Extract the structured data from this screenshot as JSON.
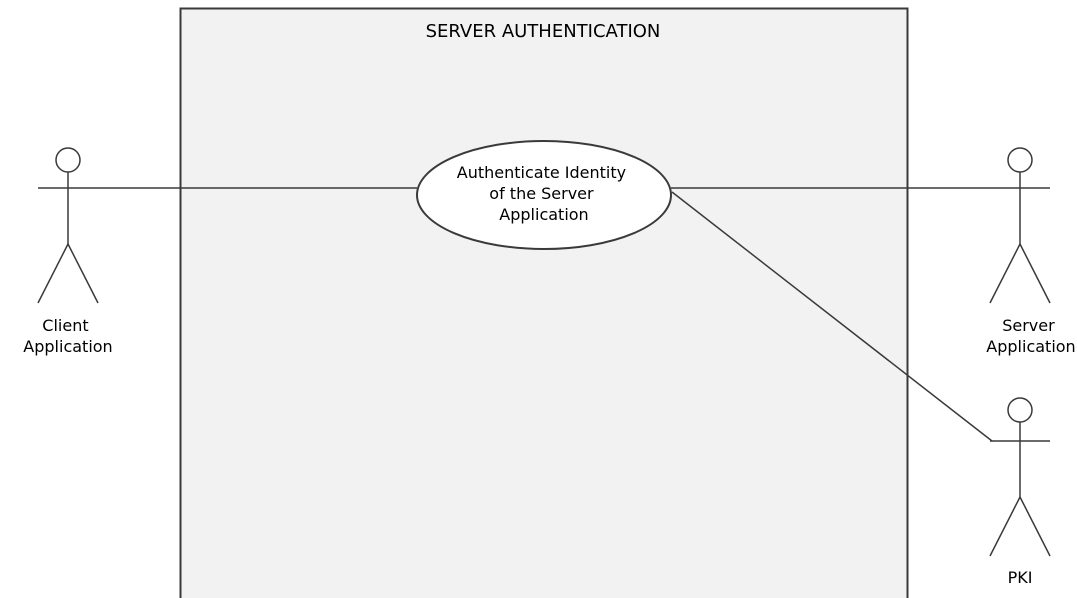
{
  "system": {
    "title": "SERVER AUTHENTICATION"
  },
  "use_case": {
    "lines": [
      "Authenticate Identity",
      "of the Server",
      "Application"
    ]
  },
  "actors": {
    "client": {
      "lines": [
        "Client",
        "Application"
      ]
    },
    "server": {
      "lines": [
        "Server",
        "Application"
      ]
    },
    "pki": {
      "lines": [
        "PKI"
      ]
    }
  },
  "colors": {
    "system_fill": "#f2f2f2",
    "stroke": "#3a3a3a",
    "ellipse_fill": "#ffffff"
  }
}
